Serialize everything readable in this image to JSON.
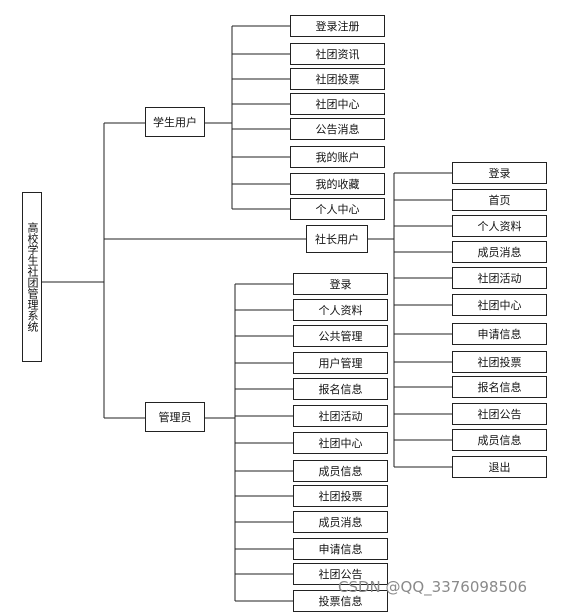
{
  "root": "高校学生社团管理系统",
  "branches": [
    {
      "key": "student",
      "label": "学生用户",
      "children": [
        "登录注册",
        "社团资讯",
        "社团投票",
        "社团中心",
        "公告消息",
        "我的账户",
        "我的收藏",
        "个人中心"
      ]
    },
    {
      "key": "leader",
      "label": "社长用户",
      "children": [
        "登录",
        "首页",
        "个人资料",
        "成员消息",
        "社团活动",
        "社团中心",
        "申请信息",
        "社团投票",
        "报名信息",
        "社团公告",
        "成员信息",
        "退出"
      ]
    },
    {
      "key": "admin",
      "label": "管理员",
      "children": [
        "登录",
        "个人资料",
        "公共管理",
        "用户管理",
        "报名信息",
        "社团活动",
        "社团中心",
        "成员信息",
        "社团投票",
        "成员消息",
        "申请信息",
        "社团公告",
        "投票信息"
      ]
    }
  ],
  "watermark": "CSDN @QQ_3376098506"
}
